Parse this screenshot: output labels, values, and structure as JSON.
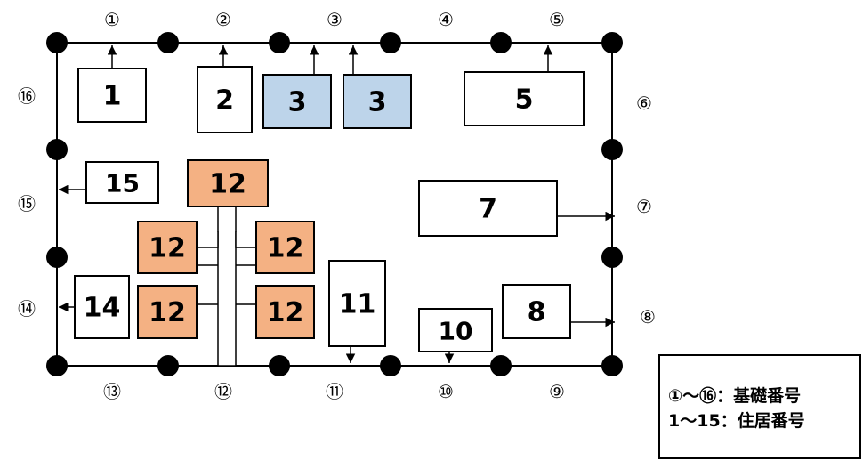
{
  "segment_labels": {
    "top": [
      "①",
      "②",
      "③",
      "④",
      "⑤"
    ],
    "right": [
      "⑥",
      "⑦",
      "⑧"
    ],
    "bottom": [
      "⑨",
      "⑩",
      "⑪",
      "⑫",
      "⑬"
    ],
    "left": [
      "⑭",
      "⑮",
      "⑯"
    ]
  },
  "houses": {
    "h1": "1",
    "h2": "2",
    "h3a": "3",
    "h3b": "3",
    "h5": "5",
    "h15": "15",
    "h12top": "12",
    "h12ml": "12",
    "h12mr": "12",
    "h12bl": "12",
    "h12br": "12",
    "h7": "7",
    "h14": "14",
    "h11": "11",
    "h8": "8",
    "h10": "10"
  },
  "legend": {
    "line1": "①～⑯：基礎番号",
    "line2": "1～15：住居番号"
  },
  "colors": {
    "blue_fill": "#bdd4ea",
    "orange_fill": "#f4b183",
    "line": "#000000",
    "node": "#000000"
  }
}
